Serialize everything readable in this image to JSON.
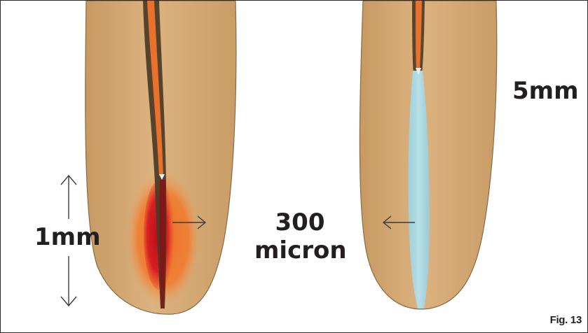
{
  "labels": {
    "length_left": "1mm",
    "spread_value": "300",
    "spread_unit": "micron",
    "length_right": "5mm"
  },
  "figure_label": "Fig. 13",
  "icons": [
    "double-arrow-vertical",
    "arrow-right",
    "arrow-left"
  ],
  "colors": {
    "root": "#d4ab78",
    "canal": "#4a3a26",
    "file": "#e8712b",
    "heat_outer": "#f07a2a",
    "heat_core": "#c8141d",
    "irrigant": "#a8d6de",
    "text": "#231f20"
  }
}
